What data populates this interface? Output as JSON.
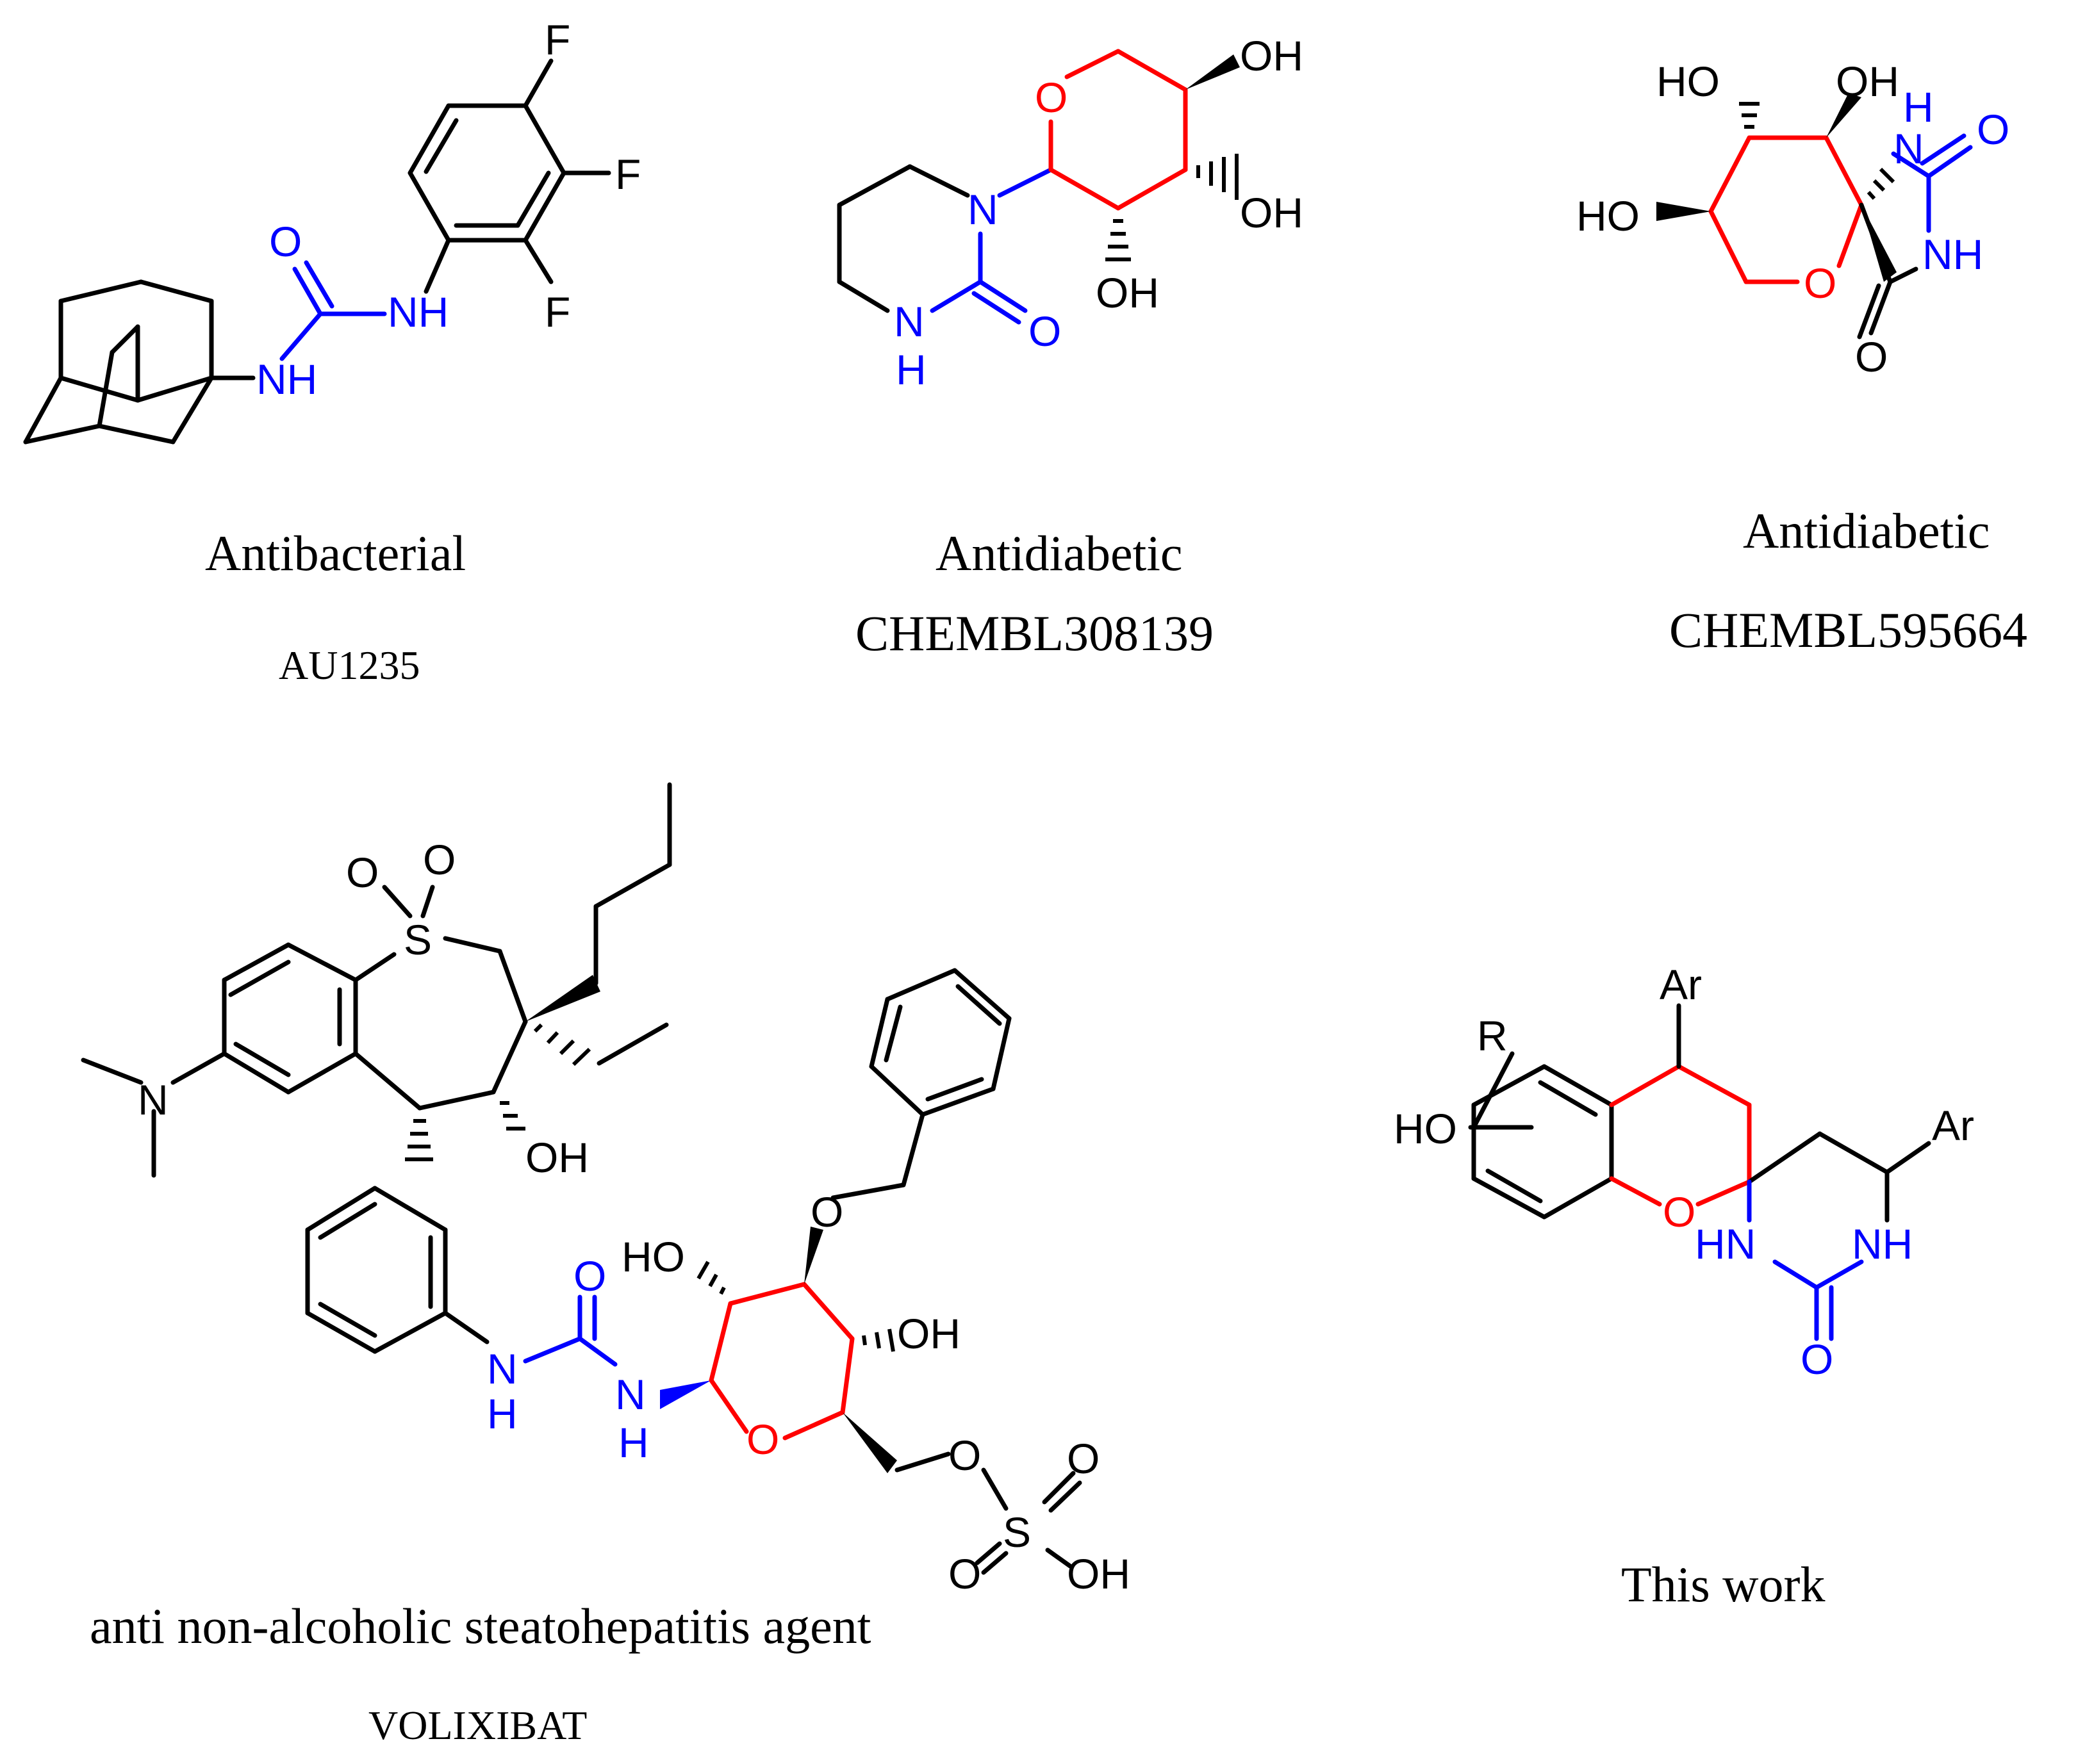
{
  "colors": {
    "bond": "#000000",
    "ring_highlight": "#ff0000",
    "urea_highlight": "#0000ff"
  },
  "compounds": [
    {
      "activity": "Antibacterial",
      "code": "AU1235",
      "atoms": {
        "f1": "F",
        "f2": "F",
        "f3": "F",
        "o": "O",
        "nh1": "NH",
        "nh2": "NH"
      }
    },
    {
      "activity": "Antidiabetic",
      "code": "CHEMBL308139",
      "atoms": {
        "o_ring": "O",
        "oh1": "OH",
        "oh2": "OH",
        "oh3": "OH",
        "n": "N",
        "nh_n": "N",
        "nh_h": "H",
        "o": "O"
      }
    },
    {
      "activity": "Antidiabetic",
      "code": "CHEMBL595664",
      "atoms": {
        "ho1": "HO",
        "oh1": "OH",
        "ho2": "HO",
        "nh_h": "H",
        "nh_n": "N",
        "o1": "O",
        "nh2": "NH",
        "o_ring": "O",
        "o2": "O"
      }
    },
    {
      "activity": "anti non-alcoholic steatohepatitis agent",
      "code": "VOLIXIBAT",
      "atoms": {
        "so_o1": "O",
        "so_o2": "O",
        "s": "S",
        "nme2": "N",
        "oh1": "OH",
        "ho": "HO",
        "o_bn": "O",
        "oh2": "OH",
        "o_urea": "O",
        "nh1_n": "N",
        "nh1_h": "H",
        "nh2_n": "N",
        "nh2_h": "H",
        "o_ring": "O",
        "o_sulf": "O",
        "s2": "S",
        "o3": "O",
        "o4": "O",
        "oh3": "OH"
      }
    },
    {
      "activity": "This work",
      "atoms": {
        "ar1": "Ar",
        "r": "R",
        "ho": "HO",
        "ar2": "Ar",
        "o_ring": "O",
        "hn": "HN",
        "nh": "NH",
        "o": "O"
      }
    }
  ]
}
